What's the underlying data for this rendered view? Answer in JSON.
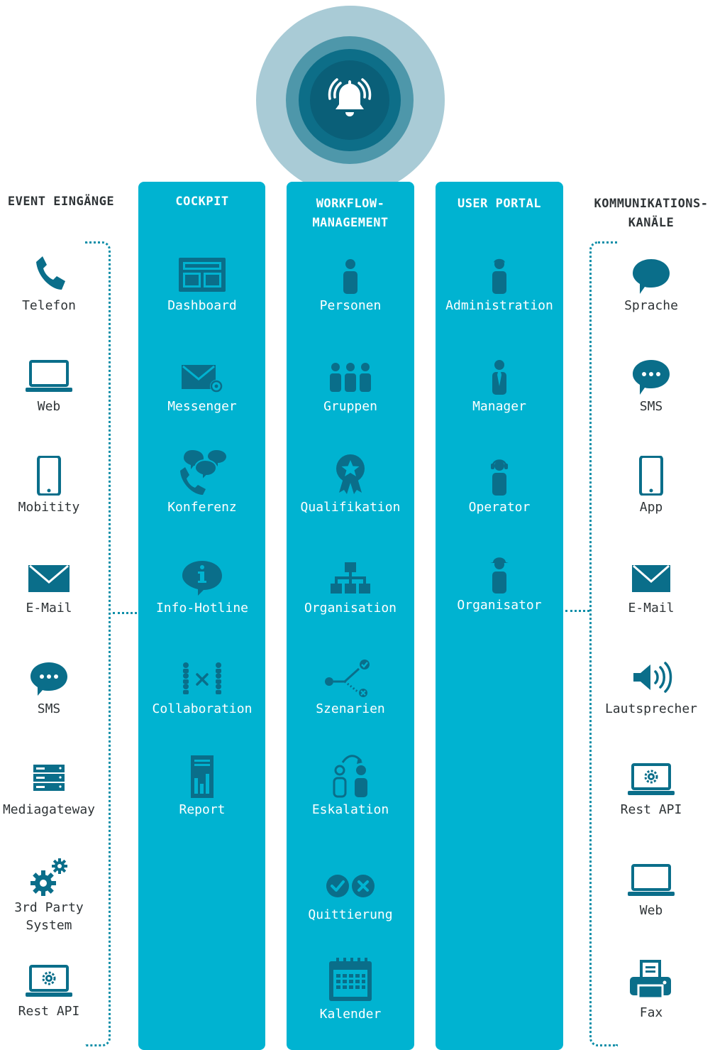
{
  "headers": {
    "event_inputs": "EVENT EINGÄNGE",
    "cockpit": "COCKPIT",
    "workflow_line1": "WORKFLOW-",
    "workflow_line2": "MANAGEMENT",
    "user_portal": "USER PORTAL",
    "channels_line1": "KOMMUNIKATIONS-",
    "channels_line2": "KANÄLE"
  },
  "event_inputs": [
    {
      "label": "Telefon",
      "icon": "phone-icon"
    },
    {
      "label": "Web",
      "icon": "laptop-icon"
    },
    {
      "label": "Mobitity",
      "icon": "mobile-icon"
    },
    {
      "label": "E-Mail",
      "icon": "envelope-icon"
    },
    {
      "label": "SMS",
      "icon": "sms-bubble-icon"
    },
    {
      "label": "Mediagateway",
      "icon": "server-icon"
    },
    {
      "label_line1": "3rd Party",
      "label_line2": "System",
      "icon": "gears-icon"
    },
    {
      "label": "Rest API",
      "icon": "api-laptop-icon"
    }
  ],
  "cockpit": [
    {
      "label": "Dashboard",
      "icon": "dashboard-icon"
    },
    {
      "label": "Messenger",
      "icon": "messenger-icon"
    },
    {
      "label": "Konferenz",
      "icon": "conference-icon"
    },
    {
      "label": "Info-Hotline",
      "icon": "info-bubble-icon"
    },
    {
      "label": "Collaboration",
      "icon": "collaboration-icon"
    },
    {
      "label": "Report",
      "icon": "report-icon"
    }
  ],
  "workflow": [
    {
      "label": "Personen",
      "icon": "person-icon"
    },
    {
      "label": "Gruppen",
      "icon": "group-icon"
    },
    {
      "label": "Qualifikation",
      "icon": "award-icon"
    },
    {
      "label": "Organisation",
      "icon": "org-chart-icon"
    },
    {
      "label": "Szenarien",
      "icon": "scenario-icon"
    },
    {
      "label": "Eskalation",
      "icon": "escalation-icon"
    },
    {
      "label": "Quittierung",
      "icon": "check-cross-icon"
    },
    {
      "label": "Kalender",
      "icon": "calendar-icon"
    }
  ],
  "user_portal": [
    {
      "label": "Administration",
      "icon": "admin-person-icon"
    },
    {
      "label": "Manager",
      "icon": "manager-person-icon"
    },
    {
      "label": "Operator",
      "icon": "operator-person-icon"
    },
    {
      "label": "Organisator",
      "icon": "organizer-person-icon"
    }
  ],
  "channels": [
    {
      "label": "Sprache",
      "icon": "speech-bubble-icon"
    },
    {
      "label": "SMS",
      "icon": "sms-bubble-icon"
    },
    {
      "label": "App",
      "icon": "mobile-icon"
    },
    {
      "label": "E-Mail",
      "icon": "envelope-icon"
    },
    {
      "label": "Lautsprecher",
      "icon": "speaker-icon"
    },
    {
      "label": "Rest API",
      "icon": "api-laptop-icon"
    },
    {
      "label": "Web",
      "icon": "laptop-icon"
    },
    {
      "label": "Fax",
      "icon": "fax-icon"
    }
  ],
  "colors": {
    "column": "#00b3d1",
    "icon_dark": "#0a6e8a",
    "text_dark": "#2f3437",
    "halo_outer": "#a9cbd6",
    "halo_inner": "#0a5f78"
  }
}
